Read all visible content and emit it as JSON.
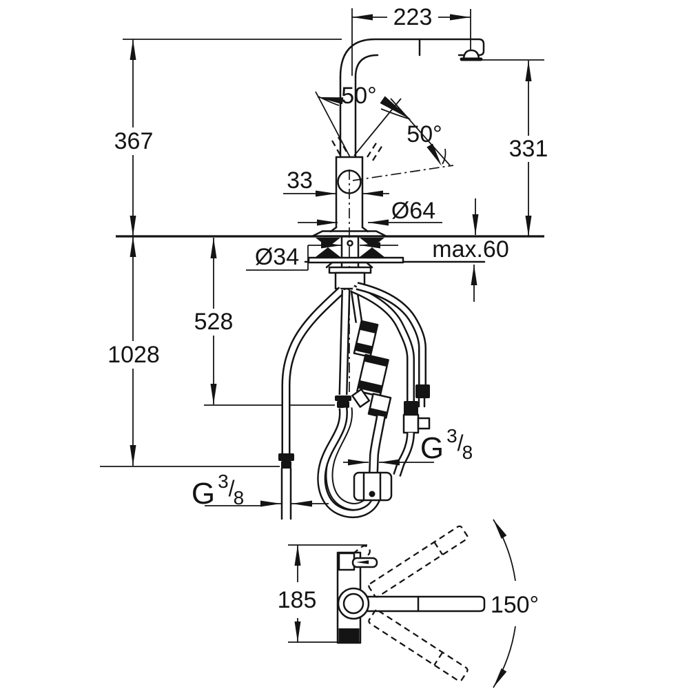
{
  "drawing": {
    "background_color": "#ffffff",
    "line_color": "#141414",
    "dimensions": {
      "spout_reach": "223",
      "spout_height": "367",
      "outlet_height": "331",
      "lever_angle_left": "50°",
      "lever_angle_right": "50°",
      "lever_width": "33",
      "body_diameter": "Ø64",
      "hole_diameter": "Ø34",
      "max_counter_thickness": "max.60",
      "hose_drop_inner": "528",
      "hose_drop_outer": "1028",
      "top_view_depth": "185",
      "swivel_range": "150°",
      "thread_left": {
        "prefix": "G",
        "numerator": "3",
        "slash": "/",
        "denominator": "8"
      },
      "thread_right": {
        "prefix": "G",
        "numerator": "3",
        "slash": "/",
        "denominator": "8"
      }
    }
  }
}
